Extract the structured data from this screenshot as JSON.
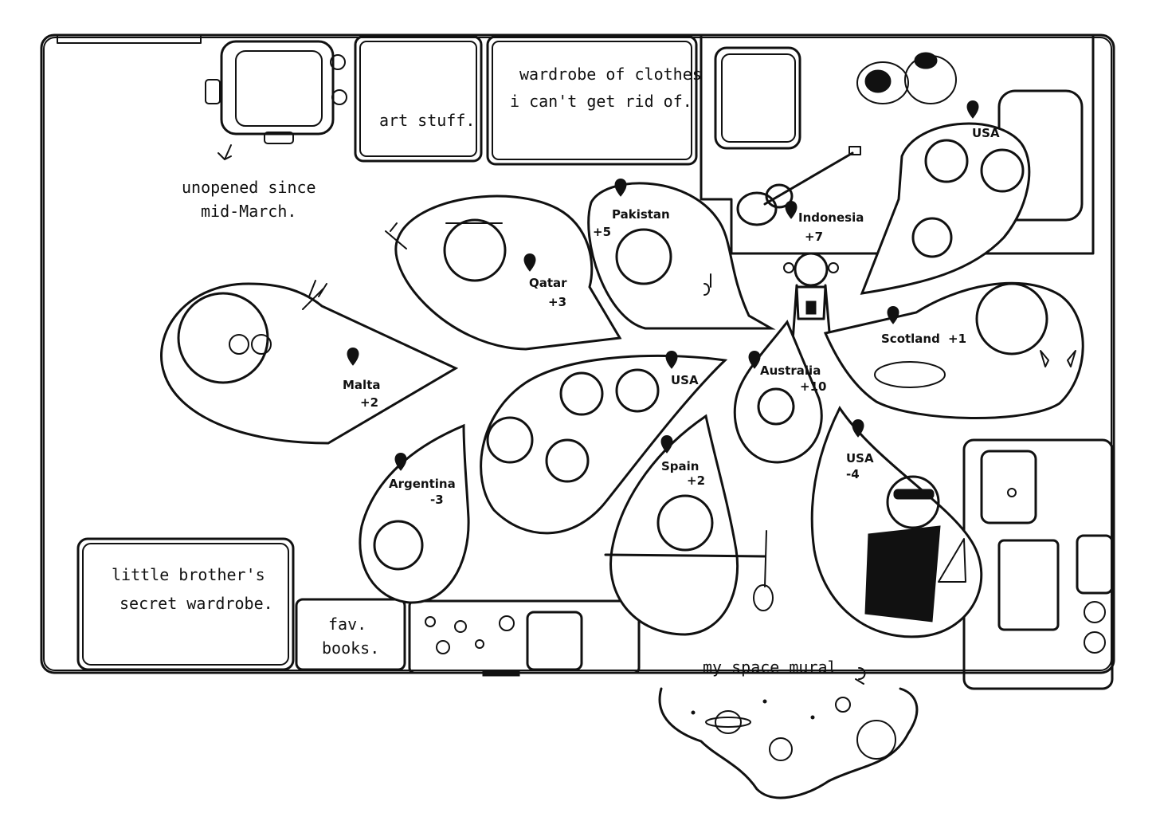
{
  "colors": {
    "ink": "#111111",
    "paper": "#ffffff"
  },
  "notes": {
    "art": "art stuff.",
    "wardrobe_line1": "wardrobe of clothes",
    "wardrobe_line2": "i can't get rid of.",
    "unopened_line1": "unopened since",
    "unopened_line2": "mid-March.",
    "brother_line1": "little brother's",
    "brother_line2": "secret wardrobe.",
    "books_line1": "fav.",
    "books_line2": "books.",
    "mural": "my space mural"
  },
  "friends": {
    "malta": {
      "place": "Malta",
      "offset": "+2"
    },
    "qatar": {
      "place": "Qatar",
      "offset": "+3"
    },
    "pakistan": {
      "place": "Pakistan",
      "offset": "+5"
    },
    "indonesia": {
      "place": "Indonesia",
      "offset": "+7"
    },
    "usa_top": {
      "place": "USA"
    },
    "scotland": {
      "place": "Scotland",
      "offset": "+1"
    },
    "australia": {
      "place": "Australia",
      "offset": "+10"
    },
    "usa_mid": {
      "place": "USA"
    },
    "argentina": {
      "place": "Argentina",
      "offset": "-3"
    },
    "spain": {
      "place": "Spain",
      "offset": "+2"
    },
    "usa_right": {
      "place": "USA",
      "offset": "-4"
    }
  },
  "icons": [
    "map-pin-icon",
    "guitar-icon",
    "ukulele-icon",
    "music-note-icon",
    "cat-icon",
    "planet-icon",
    "astronaut-icon",
    "sailboat-icon",
    "bed-icon",
    "pillow-icon"
  ]
}
